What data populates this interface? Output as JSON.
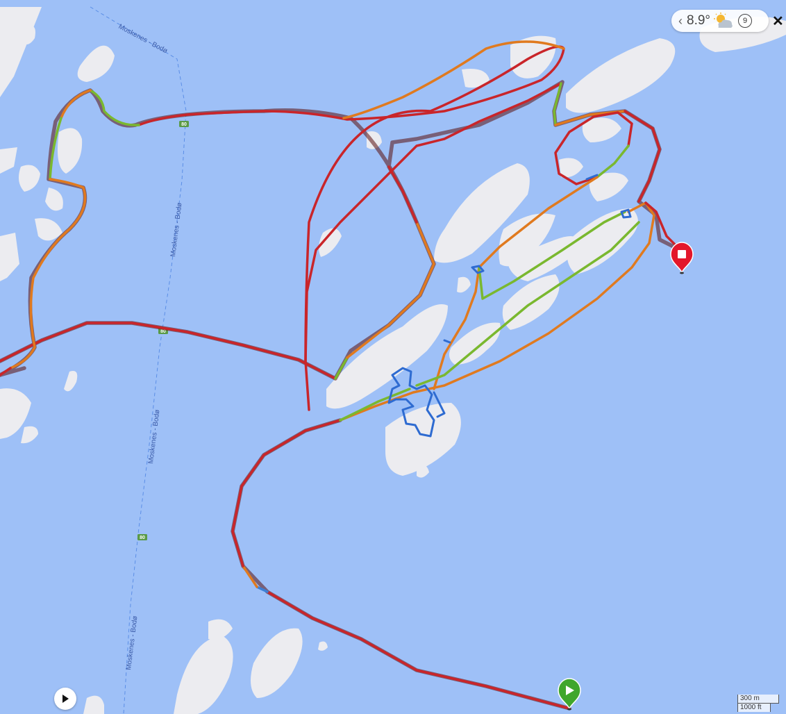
{
  "map": {
    "water_color": "#9ec0f7",
    "land_color": "#ececf0",
    "ferry_line_color": "#5b8ee6",
    "track_colors": {
      "fast": "#c9252a",
      "medium": "#e07a1f",
      "slow": "#7ab82f",
      "stop": "#3d7fd6"
    },
    "ferry_route_labels": [
      "Moskenes - Bodø",
      "Moskenes - Bodø",
      "Moskenes - Bodø",
      "Moskenes - Bodø"
    ],
    "route_shields": [
      "80",
      "80",
      "80"
    ]
  },
  "weather": {
    "temperature": "8.9°",
    "condition_icon": "partly-sunny-icon",
    "wind_speed": "9"
  },
  "markers": {
    "start": "start-marker-icon",
    "end": "end-marker-icon"
  },
  "scale": {
    "metric": "300 m",
    "imperial": "1000 ft"
  }
}
